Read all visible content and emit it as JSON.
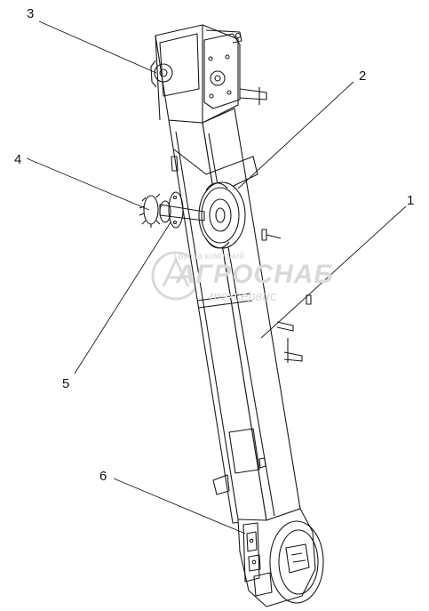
{
  "callouts": [
    {
      "label": "1"
    },
    {
      "label": "2"
    },
    {
      "label": "3"
    },
    {
      "label": "4"
    },
    {
      "label": "5"
    },
    {
      "label": "6"
    }
  ],
  "watermark": {
    "line1": "Группа компаний",
    "line2": "АГРОСНАБ",
    "line3": "техсервис"
  },
  "colors": {
    "stroke": "#1a1a1a",
    "watermark": "#d9d9d9",
    "background": "#ffffff"
  }
}
